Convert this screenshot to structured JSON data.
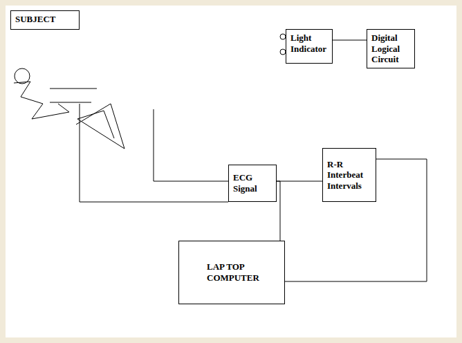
{
  "diagram": {
    "nodes": [
      {
        "text": [
          "SUBJECT"
        ]
      },
      {
        "text": [
          "Light Indicator"
        ]
      },
      {
        "text": [
          "Digital Logical Circuit"
        ]
      },
      {
        "text": [
          "ECG Signal"
        ]
      },
      {
        "text": [
          "R-R Interbeat Intervals"
        ]
      },
      {
        "text": [
          "LAP TOP COMPUTER"
        ]
      }
    ],
    "edges": [
      {
        "from": 1,
        "to": 2,
        "arrow": "none"
      },
      {
        "from": 3,
        "to": 4,
        "arrow": "none"
      },
      {
        "from": 3,
        "to": 5,
        "arrow": "none"
      },
      {
        "from": 4,
        "to": 5,
        "arrow": "none"
      }
    ]
  }
}
